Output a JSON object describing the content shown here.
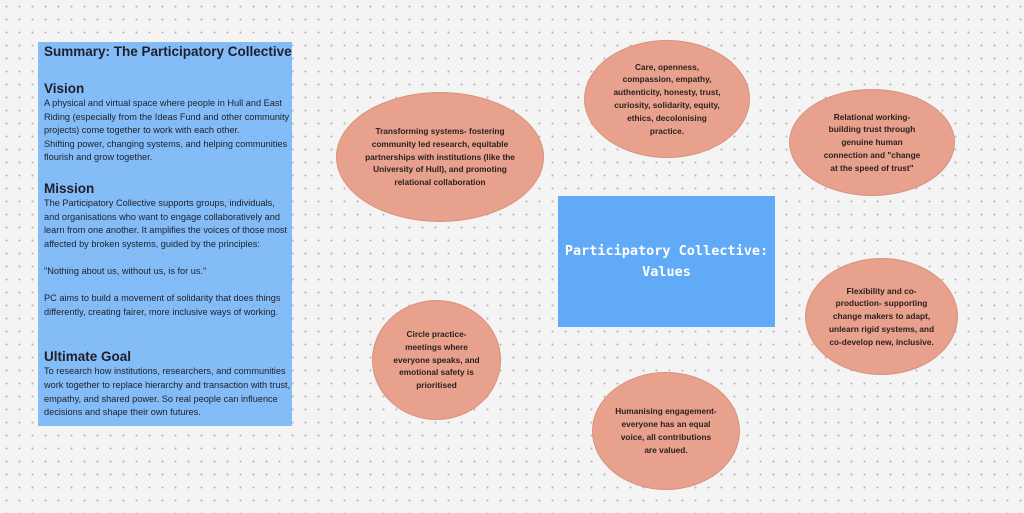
{
  "summary": {
    "title": "Summary: The Participatory Collective",
    "vision": {
      "heading": "Vision",
      "text": "A physical and virtual space where people in Hull and East Riding (especially from the Ideas Fund and other community projects) come together to work with each other.\nShifting power, changing systems, and helping communities flourish and grow together."
    },
    "mission": {
      "heading": "Mission",
      "text": "The Participatory Collective supports groups, individuals, and organisations who want to engage collaboratively and learn from one another. It amplifies the voices of those most affected by broken systems, guided by the principles:\n\n\"Nothing about us, without us, is for us.\"\n\nPC aims to build a movement of solidarity that does things differently, creating fairer, more inclusive ways of working."
    },
    "goal": {
      "heading": "Ultimate Goal",
      "text": "To research how institutions, researchers, and communities work together to replace hierarchy and transaction with trust, empathy, and shared power. So real people can influence decisions and shape their own futures."
    }
  },
  "center": {
    "title": "Participatory Collective: Values"
  },
  "values": [
    "Transforming systems- fostering community led research, equitable partnerships with institutions (like the University of Hull), and promoting relational collaboration",
    "Care, openness, compassion, empathy, authenticity, honesty, trust, curiosity, solidarity, equity, ethics, decolonising practice.",
    "Relational working- building trust through genuine human connection and \"change at the speed of trust\"",
    "Flexibility and co-production- supporting change makers to adapt, unlearn rigid systems, and co-develop new, inclusive.",
    "Circle practice- meetings where everyone speaks, and emotional safety is prioritised",
    "Humanising engagement- everyone has an equal voice, all contributions are valued."
  ]
}
